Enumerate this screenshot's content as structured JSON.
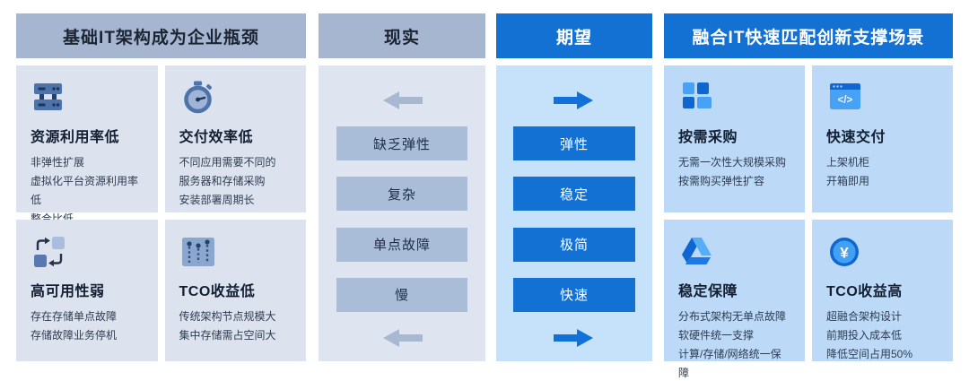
{
  "left_section": {
    "header": "基础IT架构成为企业瓶颈",
    "cards": [
      {
        "icon": "server-icon",
        "title": "资源利用率低",
        "lines": [
          "非弹性扩展",
          "虚拟化平台资源利用率低",
          "整合比低"
        ]
      },
      {
        "icon": "stopwatch-icon",
        "title": "交付效率低",
        "lines": [
          "不同应用需要不同的",
          "服务器和存储采购",
          "安装部署周期长"
        ]
      },
      {
        "icon": "swap-icon",
        "title": "高可用性弱",
        "lines": [
          "存在存储单点故障",
          "存储故障业务停机"
        ]
      },
      {
        "icon": "chart-icon",
        "title": "TCO收益低",
        "lines": [
          "传统架构节点规模大",
          "集中存储需占空间大"
        ]
      }
    ]
  },
  "reality_column": {
    "header": "现实",
    "items": [
      "缺乏弹性",
      "复杂",
      "单点故障",
      "慢"
    ],
    "arrow_direction": "left"
  },
  "expectation_column": {
    "header": "期望",
    "items": [
      "弹性",
      "稳定",
      "极简",
      "快速"
    ],
    "arrow_direction": "right"
  },
  "right_section": {
    "header": "融合IT快速匹配创新支撑场景",
    "cards": [
      {
        "icon": "grid-icon",
        "title": "按需采购",
        "lines": [
          "无需一次性大规模采购",
          "按需购买弹性扩容"
        ]
      },
      {
        "icon": "code-window-icon",
        "title": "快速交付",
        "lines": [
          "上架机柜",
          "开箱即用"
        ]
      },
      {
        "icon": "drive-icon",
        "title": "稳定保障",
        "lines": [
          "分布式架构无单点故障",
          "软硬件统一支撑",
          "计算/存储/网络统一保障"
        ]
      },
      {
        "icon": "coin-yen-icon",
        "title": "TCO收益高",
        "lines": [
          "超融合架构设计",
          "前期投入成本低",
          "降低空间占用50%"
        ]
      }
    ]
  },
  "colors": {
    "accent_blue": "#1371d4",
    "header_gray_blue": "#a7b6d0",
    "left_card_bg": "#dce3ef",
    "right_card_bg": "#bcdaf7",
    "reality_panel_bg": "#dee5f0",
    "expectation_panel_bg": "#c6e2fb",
    "reality_box_bg": "#a9bdd9",
    "gray_icon_blue": "#4e72aa",
    "light_icon_blue": "#47a2f6",
    "dark_icon_blue": "#0f66d0"
  }
}
